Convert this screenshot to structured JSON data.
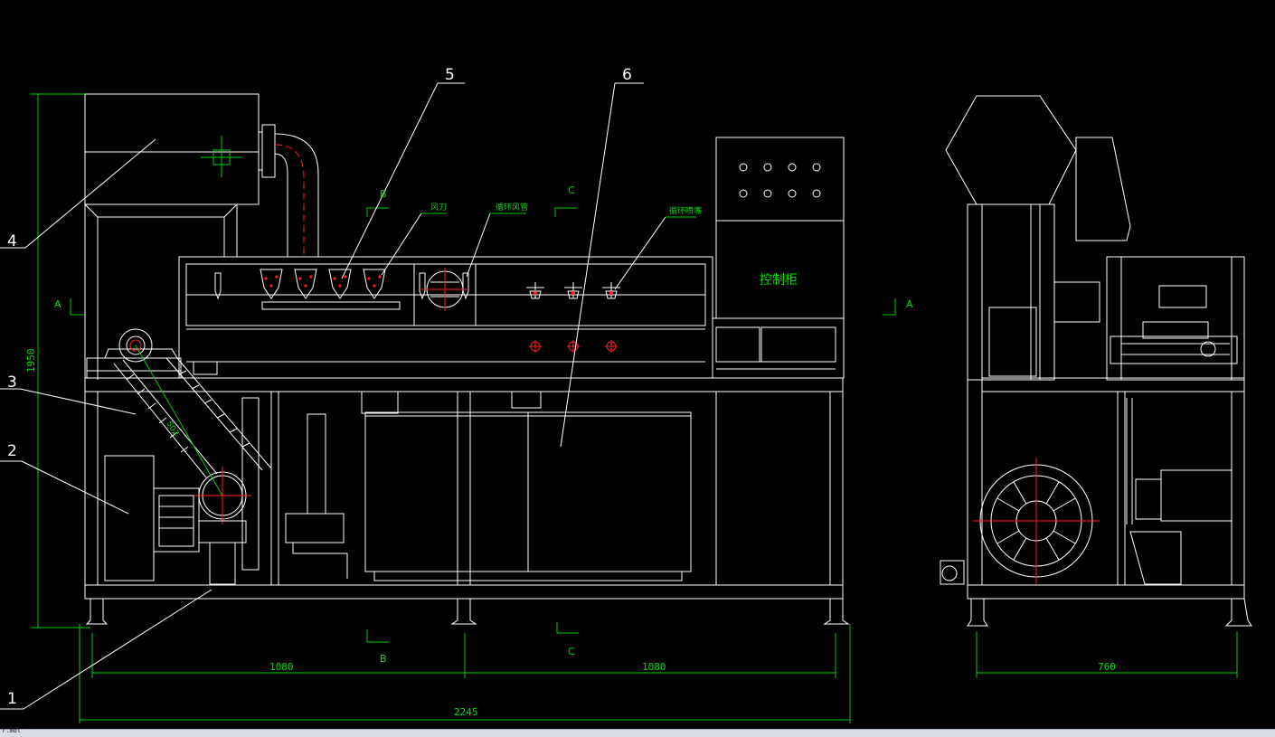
{
  "colors": {
    "background": "#000000",
    "line": "#ffffff",
    "dimension": "#00d000",
    "centerline": "#ff2020"
  },
  "callouts": [
    "1",
    "2",
    "3",
    "4",
    "5",
    "6"
  ],
  "section_marks": {
    "a": "A",
    "b": "B",
    "c": "C"
  },
  "labels": {
    "wind_knife": "风刀",
    "drain_air_pipe": "循环风管",
    "spray_nozzle": "循环喷嘴",
    "control_cabinet": "控制柜",
    "chain_dim": "502"
  },
  "dimensions": {
    "height": "1950",
    "left_span": "1080",
    "right_span": "1080",
    "total_length": "2245",
    "side_width": "760"
  },
  "status_text": "r.mdl"
}
